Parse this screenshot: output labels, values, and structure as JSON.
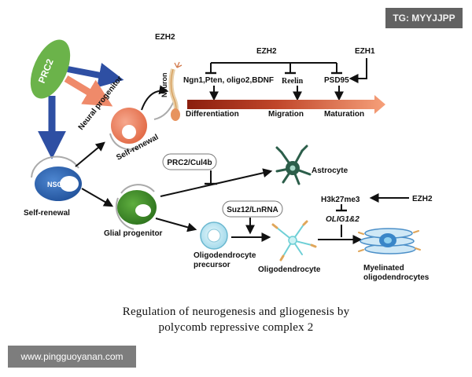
{
  "labels": {
    "prc2": "PRC2",
    "neural_progenitor": "Neural progenitor",
    "neuron": "Neuron",
    "self_renewal_top": "Self-renewal",
    "nsc": "NSC",
    "self_renewal_left": "Self-renewal",
    "glial_progenitor": "Glial progenitor",
    "ezh2_top": "EZH2",
    "ezh2_mid": "EZH2",
    "ezh1": "EZH1",
    "genes_ngn1": "Ngn1,Pten, oligo2,BDNF",
    "reelin": "Reelin",
    "psd95": "PSD95",
    "differentiation": "Differentiation",
    "migration": "Migration",
    "maturation": "Maturation",
    "prc2_cul4b": "PRC2/Cul4b",
    "astrocyte": "Astrocyte",
    "suz12_lnrna": "Suz12/LnRNA",
    "h3k27me3": "H3k27me3",
    "ezh2_right": "EZH2",
    "olig": "OLIG1&2",
    "opc_line1": "Oligodendrocyte",
    "opc_line2": "precursor",
    "oligodendrocyte": "Oligodendrocyte",
    "myelinated_line1": "Myelinated",
    "myelinated_line2": "oligodendrocytes"
  },
  "caption": {
    "line1": "Regulation of neurogenesis and gliogenesis by",
    "line2": "polycomb repressive complex 2"
  },
  "watermarks": {
    "top_right": "TG: MYYJJPP",
    "bottom_left": "www.pingguoyanan.com"
  },
  "colors": {
    "prc2_green": "#6bb34a",
    "arrow_blue": "#2e4fa3",
    "arrow_salmon": "#ef8a6a",
    "gradient_start": "#8b1e0e",
    "gradient_end": "#f6a07a",
    "neural_cell": "#ee7e5c",
    "glial_cell": "#3c8c2a",
    "astrocyte": "#2c5e4a",
    "opc_cell": "#bfe6f2",
    "myelin_blue": "#3a86c8"
  }
}
